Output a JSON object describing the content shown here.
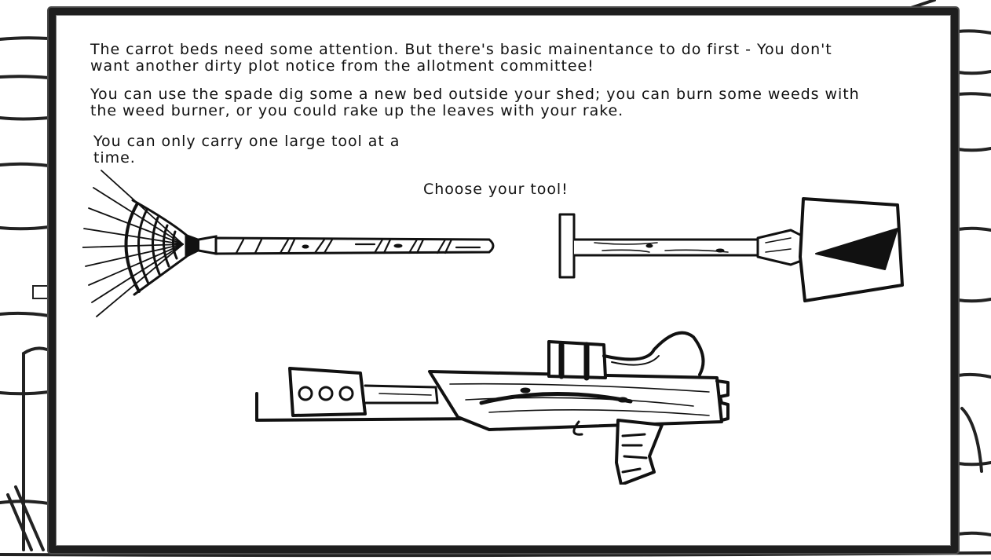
{
  "dialog": {
    "line1a": "The carrot beds need some attention. But there's basic mainentance to do first - You don't",
    "line1b": "want another dirty plot notice from the allotment committee!",
    "line2a": "You can use the spade dig some a new bed outside your shed; you can burn some weeds with",
    "line2b": "the weed burner, or you could rake up the leaves with your rake.",
    "line3a": "You can only carry one large tool at a",
    "line3b": "time.",
    "prompt": "Choose your tool!"
  },
  "tools": [
    {
      "id": "rake",
      "icon": "rake-icon"
    },
    {
      "id": "spade",
      "icon": "spade-icon"
    },
    {
      "id": "weed-burner",
      "icon": "weed-burner-icon"
    }
  ],
  "colors": {
    "ink": "#111111",
    "paper": "#ffffff",
    "frame": "#1e1e1e"
  }
}
